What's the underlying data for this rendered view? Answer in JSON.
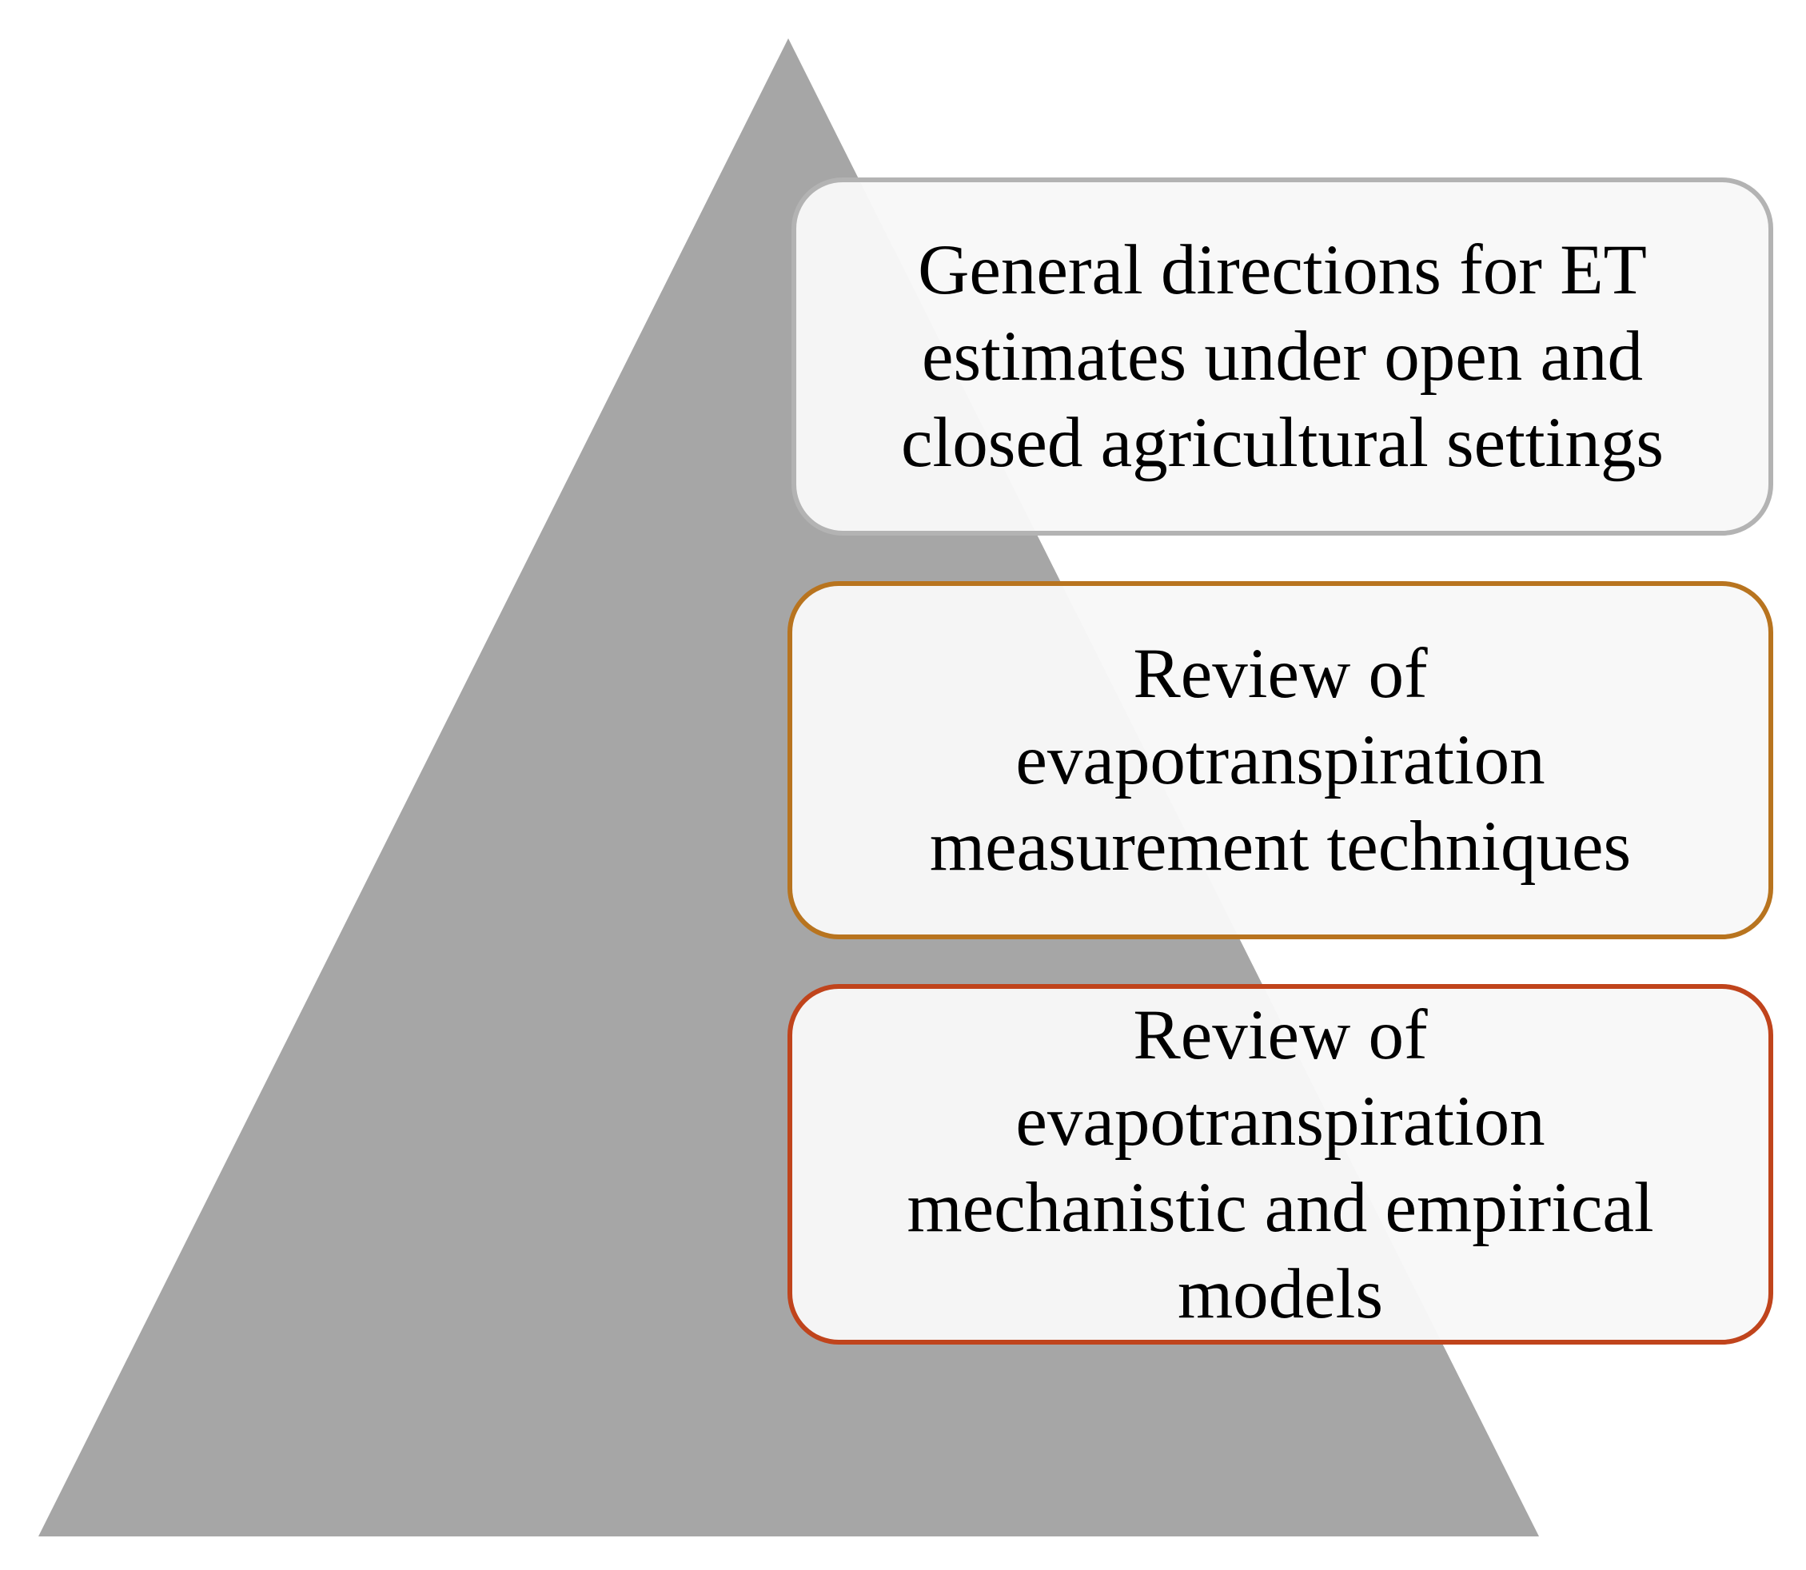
{
  "colors": {
    "pyramid_fill": "#a6a6a6",
    "background": "#ffffff",
    "box_fill": "#f8f8f8",
    "text": "#000000"
  },
  "diagram": {
    "shape": "pyramid",
    "levels": [
      {
        "lines": [
          "General directions for ET",
          "estimates under open and",
          "closed agricultural settings"
        ],
        "border_color": "#b3b3b3"
      },
      {
        "lines": [
          "Review of",
          "evapotranspiration",
          "measurement techniques"
        ],
        "border_color": "#b8741f"
      },
      {
        "lines": [
          "Review of",
          "evapotranspiration",
          "mechanistic and empirical",
          "models"
        ],
        "border_color": "#c0441c"
      }
    ]
  }
}
